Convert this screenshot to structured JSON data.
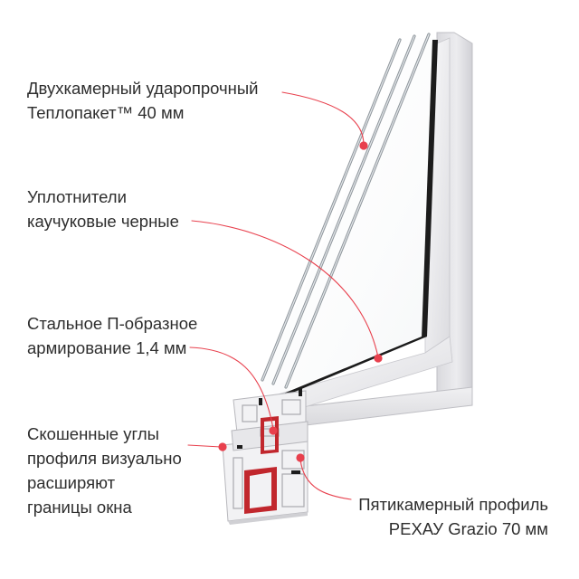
{
  "labels": {
    "glass_unit": {
      "line1": "Двухкамерный ударопрочный",
      "line2": "Теплопакет™ 40 мм"
    },
    "seals": {
      "line1": "Уплотнители",
      "line2": "каучуковые черные"
    },
    "reinforcement": {
      "line1": "Стальное П-образное",
      "line2": "армирование 1,4 мм"
    },
    "corners": {
      "line1": "Скошенные углы",
      "line2": "профиля визуально",
      "line3": "расширяют",
      "line4": "границы окна"
    },
    "profile": {
      "line1": "Пятикамерный профиль",
      "line2": "РЕХАУ Grazio 70 мм"
    }
  },
  "colors": {
    "callout": "#e8404d",
    "frame": "#e6e6e9",
    "steel": "#c1272d",
    "seal": "#1c1c1c",
    "text": "#2e2e2e"
  }
}
